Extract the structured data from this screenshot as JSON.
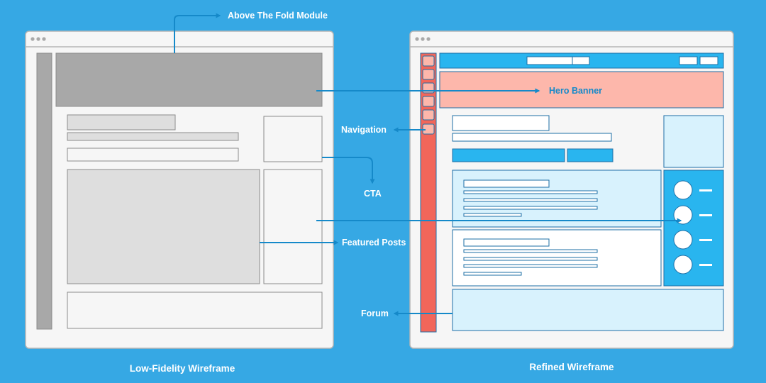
{
  "labels": {
    "above_fold": "Above The Fold Module",
    "hero_banner": "Hero Banner",
    "navigation": "Navigation",
    "cta": "CTA",
    "featured_posts": "Featured Posts",
    "forum": "Forum"
  },
  "captions": {
    "low_fidelity": "Low-Fidelity Wireframe",
    "refined": "Refined Wireframe"
  },
  "colors": {
    "background": "#36a8e4",
    "arrow": "#1589c9",
    "refined_accent": "#29b5ef",
    "refined_light": "#d8f2fd",
    "nav_bar": "#f2665a",
    "hero": "#fdb7ab",
    "lofi_dark": "#a8a8a8",
    "lofi_light": "#dedede"
  }
}
